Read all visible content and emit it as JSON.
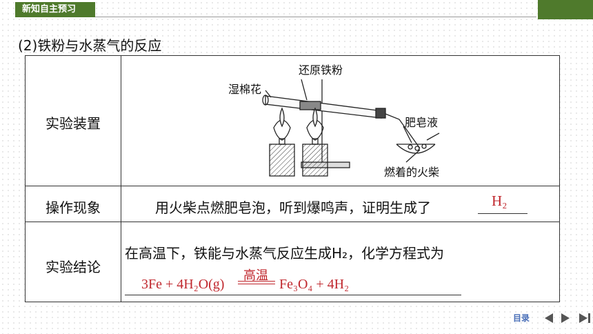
{
  "header": {
    "section_tab": "新知自主预习"
  },
  "section": {
    "title": "(2)铁粉与水蒸气的反应"
  },
  "table": {
    "rows": [
      {
        "label": "实验装置"
      },
      {
        "label": "操作现象"
      },
      {
        "label": "实验结论"
      }
    ],
    "apparatus": {
      "label_iron_powder": "还原铁粉",
      "label_wet_cotton": "湿棉花",
      "label_soap": "肥皂液",
      "label_match": "燃着的火柴"
    },
    "phenomenon": {
      "text": "用火柴点燃肥皂泡，听到爆鸣声，证明生成了",
      "answer": "H₂"
    },
    "conclusion": {
      "text": "在高温下，铁能与水蒸气反应生成H₂，化学方程式为",
      "equation_left": "3Fe + 4H₂O(g)",
      "condition": "高温",
      "equation_right": "Fe₃O₄ + 4H₂"
    }
  },
  "nav": {
    "toc": "目录"
  }
}
